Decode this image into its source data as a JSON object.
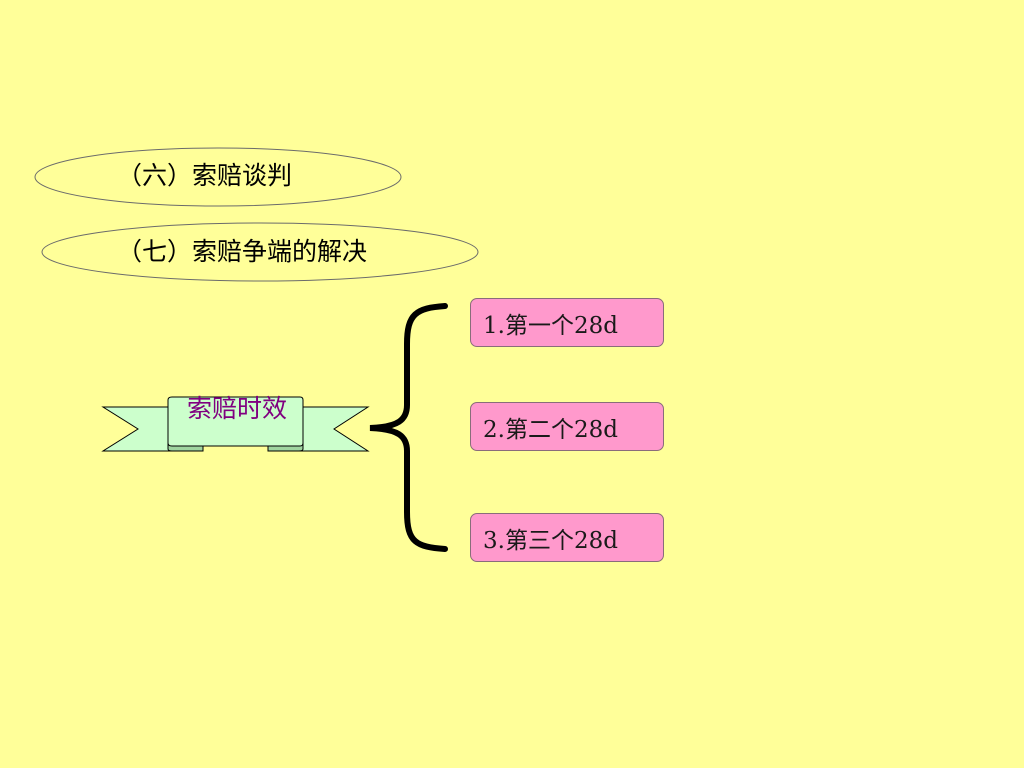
{
  "slide": {
    "background_color": "#FFFF99",
    "items": [
      {
        "text": "（六）索赔谈判"
      },
      {
        "text": "（七）索赔争端的解决"
      }
    ],
    "banner": {
      "label": "索赔时效",
      "fill_color": "#CCFFCC",
      "text_color": "#800080"
    },
    "steps": [
      {
        "label": "1.第一个28d"
      },
      {
        "label": "2.第二个28d"
      },
      {
        "label": "3.第三个28d"
      }
    ],
    "step_color": "#FF99CC"
  }
}
